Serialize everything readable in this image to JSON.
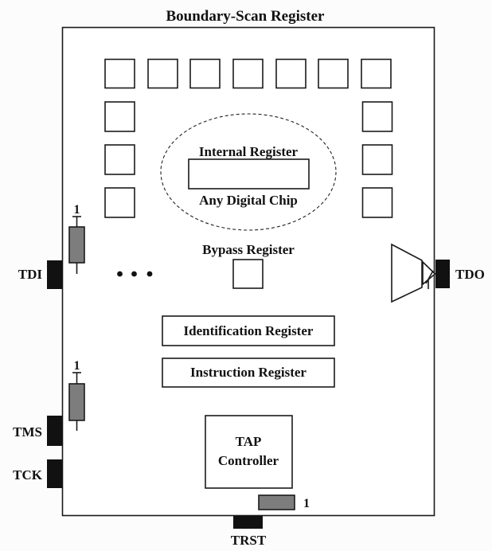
{
  "title": "Boundary-Scan Register",
  "blocks": {
    "internal_register": "Internal Register",
    "any_digital_chip": "Any Digital Chip",
    "bypass_register": "Bypass Register",
    "identification_register": "Identification Register",
    "instruction_register": "Instruction Register",
    "tap_controller_line1": "TAP",
    "tap_controller_line2": "Controller"
  },
  "pins": {
    "tdi": "TDI",
    "tdo": "TDO",
    "tms": "TMS",
    "tck": "TCK",
    "trst": "TRST"
  },
  "resistor_label": "1",
  "colors": {
    "wire": "#1a1a1a",
    "resistor_fill": "#7d7d7d",
    "pin_fill": "#111111",
    "background": "#fcfcfc"
  }
}
